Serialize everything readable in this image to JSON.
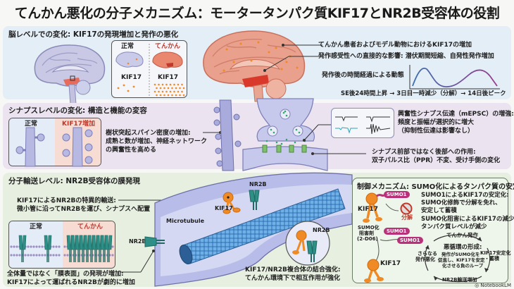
{
  "title": "てんかん悪化の分子メカニズム：モータータンパク質KIF17とNR2B受容体の役割",
  "colors": {
    "brain_level_bg": "#e3eef6",
    "synapse_level_bg": "#ebe4f0",
    "transport_level_bg": "#e7f0e0",
    "kif17_orange": "#f08a24",
    "nr2b_teal": "#2e8f86",
    "sumo_magenta": "#b8327a",
    "microtubule_blue": "#4d8fc9",
    "epilepsy_red": "#c0392b"
  },
  "brain_level": {
    "heading": "脳レベルでの変化: KIF17の発現増加と発作の悪化",
    "compare": {
      "normal_label": "正常",
      "epilepsy_label": "てんかん",
      "normal_protein": "KIF17",
      "epilepsy_protein": "KIF17"
    },
    "callouts": [
      "てんかん患者およびモデル動物におけるKIF17の増加",
      "発作感受性への直接的な影響: 潜伏期間短縮、自発性発作増加",
      "発作後の時間経過による動態"
    ],
    "timeline": "SE後24時間上昇 → 3日目一時減少（分解）→ 14日後ピーク"
  },
  "synapse_level": {
    "heading": "シナプスレベルの変化: 構造と機能の変容",
    "compare": {
      "normal_label": "正常",
      "increase_label": "KIF17増加"
    },
    "spine_text": [
      "樹状突起スパイン密度の増加:",
      "成熟と数が増加、神経ネットワーク",
      "の興奮性を高める"
    ],
    "mepsc_text": [
      "興奮性シナプス伝達（mEPSC）の増強:",
      "頻度と振幅が選択的に増大",
      "（抑制性伝達は影響なし）"
    ],
    "post_text": [
      "シナプス前部ではなく後部への作用:",
      "双子パルス比（PPR）不変、受け手側の変化"
    ]
  },
  "transport_level": {
    "heading": "分子輸送レベル: NR2B受容体の膜発現",
    "transport_text": [
      "KIF17によるNR2Bの特異的輸送:",
      "微小管に沿ってNR2Bを運び、シナプスへ配置"
    ],
    "compare": {
      "normal_label": "正常",
      "epilepsy_label": "てんかん"
    },
    "surface_text": [
      "全体量ではなく「膜表面」の発現が増加:",
      "KIF17によって運ばれるNR2Bが劇的に増加"
    ],
    "labels": {
      "nr2b": "NR2B",
      "kif17": "KIF17",
      "microtubule": "Microtubule",
      "nr2b_zoom": "NR2B"
    },
    "complex_text": [
      "KIF17/NR2B複合体の結合強化:",
      "てんかん環境下で相互作用が強化"
    ]
  },
  "regulation": {
    "heading": "制御メカニズム: SUMO化によるタンパク質の安定化",
    "sumo_tag": "SUMO1",
    "kif17_label": "KIF17",
    "degradation_label": "分解",
    "inhibitor_label": [
      "SUMO化",
      "阻害剤",
      "(2-D06)"
    ],
    "stabilization_text": [
      "SUMO1によるKIF17の安定化:",
      "SUMO化修飾で分解を免れ、",
      "安定して蓄積"
    ],
    "reduction_text": [
      "SUMO化阻害によるKIF17の減少:",
      "タンパク質レベルが減少"
    ],
    "cycle": {
      "top": "てんかん発作",
      "right": [
        "KIF17安定化",
        "・蓄積"
      ],
      "bottom": "NR2B輸送増加",
      "left": [
        "さらなる",
        "発作悪化"
      ],
      "center_title": "悪循環の形成:",
      "center_body": [
        "発作がSUMO化を",
        "促進し、KIF17を安定",
        "化させる負のループ"
      ]
    }
  },
  "footer": {
    "brand": "NotebookLM"
  }
}
